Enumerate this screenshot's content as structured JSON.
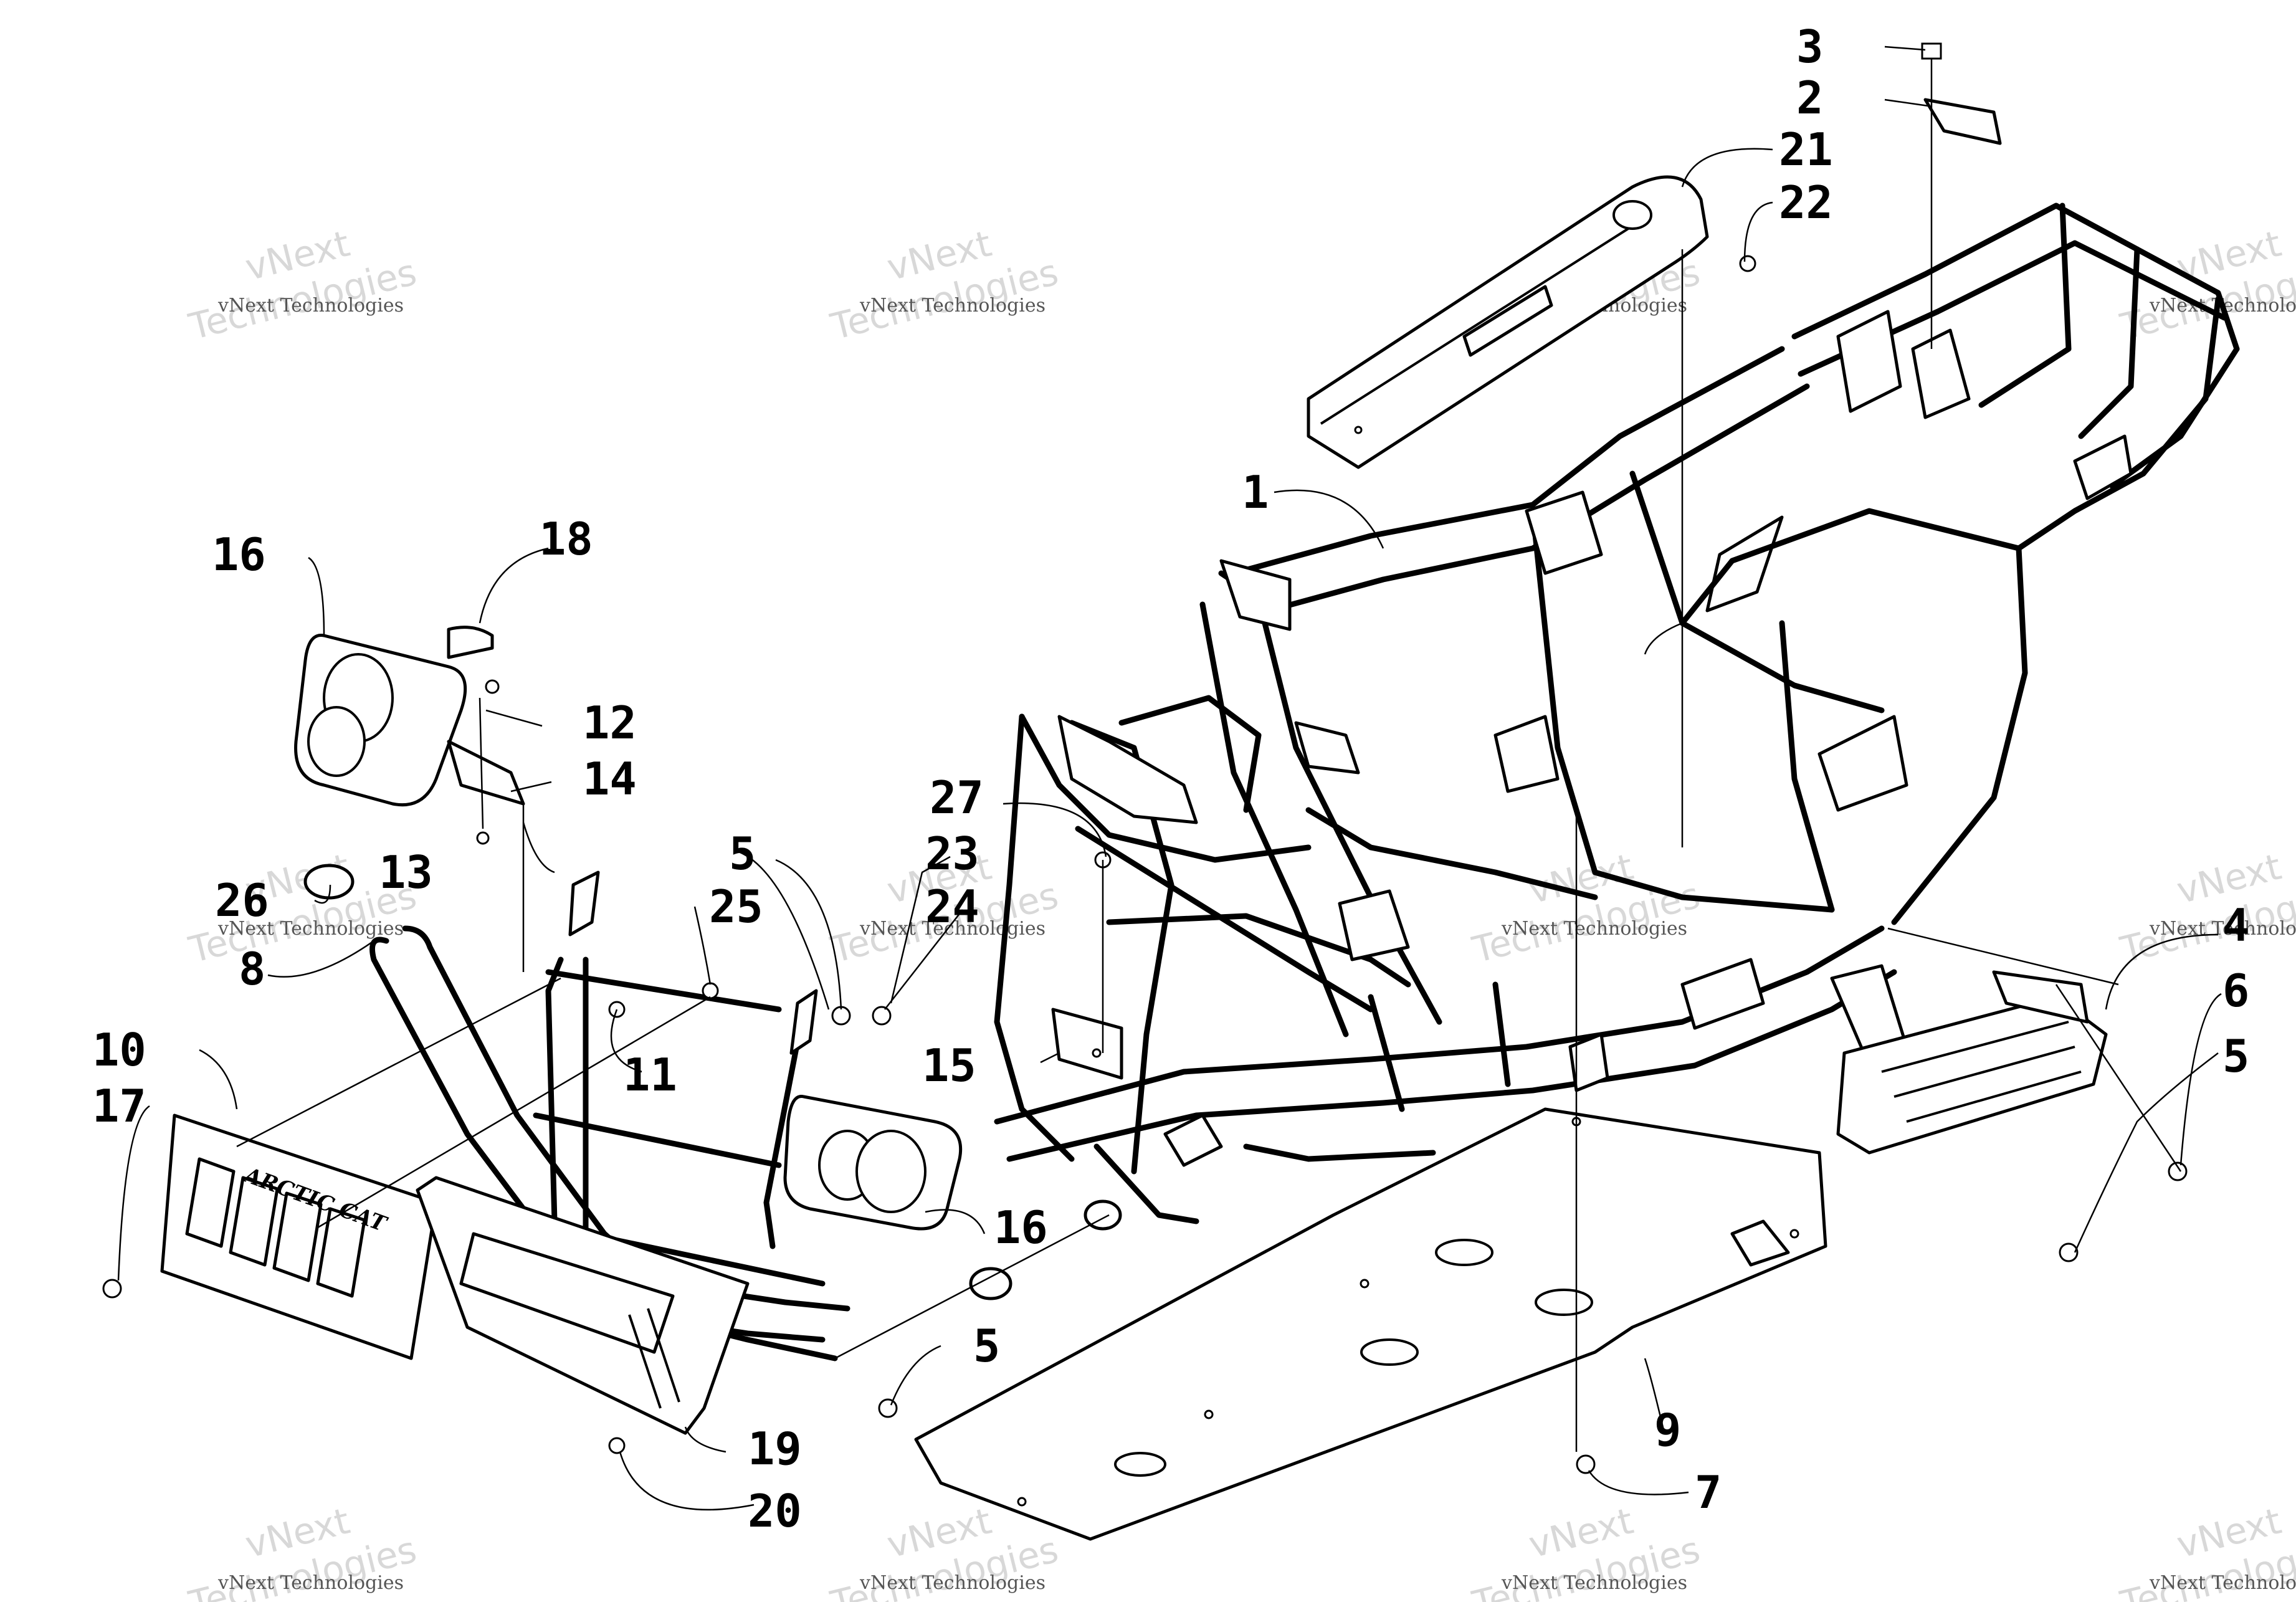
{
  "diagram": {
    "callouts": [
      {
        "id": "1",
        "label": "1"
      },
      {
        "id": "2",
        "label": "2"
      },
      {
        "id": "3",
        "label": "3"
      },
      {
        "id": "4",
        "label": "4"
      },
      {
        "id": "5a",
        "label": "5"
      },
      {
        "id": "5b",
        "label": "5"
      },
      {
        "id": "5c",
        "label": "5"
      },
      {
        "id": "6",
        "label": "6"
      },
      {
        "id": "7",
        "label": "7"
      },
      {
        "id": "8",
        "label": "8"
      },
      {
        "id": "9",
        "label": "9"
      },
      {
        "id": "10",
        "label": "10"
      },
      {
        "id": "11",
        "label": "11"
      },
      {
        "id": "12",
        "label": "12"
      },
      {
        "id": "13",
        "label": "13"
      },
      {
        "id": "14",
        "label": "14"
      },
      {
        "id": "15",
        "label": "15"
      },
      {
        "id": "16a",
        "label": "16"
      },
      {
        "id": "16b",
        "label": "16"
      },
      {
        "id": "17",
        "label": "17"
      },
      {
        "id": "18",
        "label": "18"
      },
      {
        "id": "19",
        "label": "19"
      },
      {
        "id": "20",
        "label": "20"
      },
      {
        "id": "21",
        "label": "21"
      },
      {
        "id": "22",
        "label": "22"
      },
      {
        "id": "23",
        "label": "23"
      },
      {
        "id": "24",
        "label": "24"
      },
      {
        "id": "25",
        "label": "25"
      },
      {
        "id": "26",
        "label": "26"
      },
      {
        "id": "27",
        "label": "27"
      }
    ],
    "plate_text": "ARCTIC CAT",
    "watermark": {
      "line1": "vNext Technologies",
      "line2": "vNext",
      "line3": "Technologies"
    }
  }
}
